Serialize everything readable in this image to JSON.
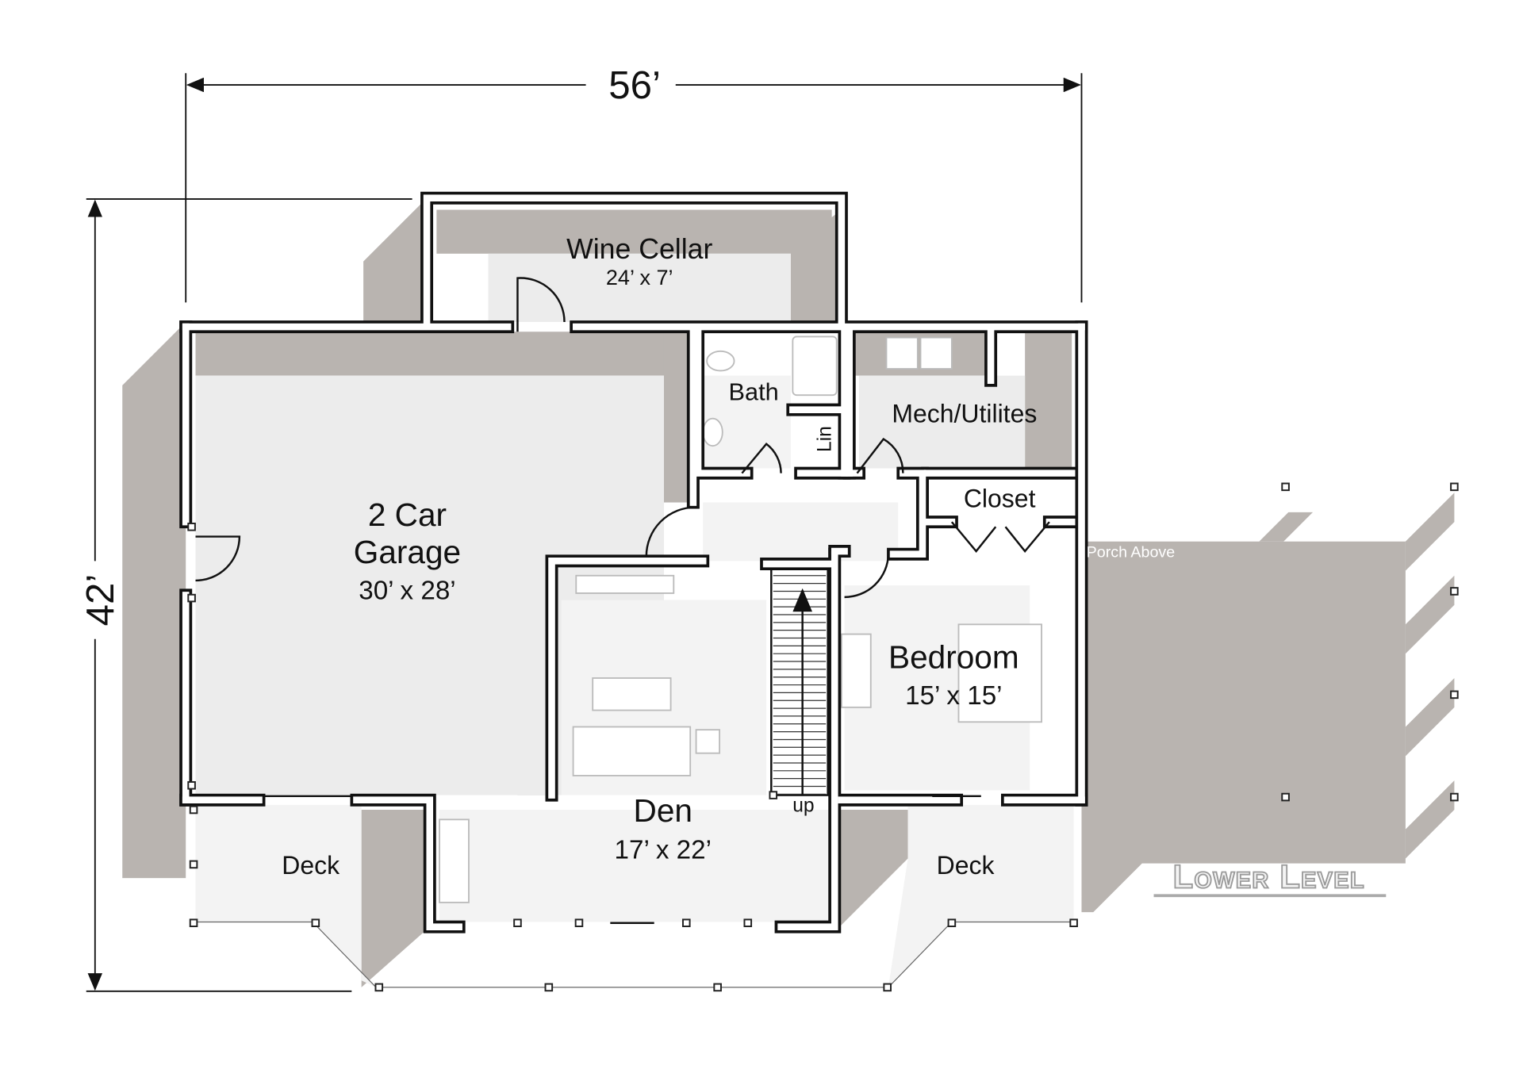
{
  "plan": {
    "title": "Lower Level",
    "dimensions": {
      "width": "56’",
      "depth": "42’"
    },
    "rooms": [
      {
        "name": "Wine Cellar",
        "size": "24’ x 7’"
      },
      {
        "name_line1": "2 Car",
        "name_line2": "Garage",
        "size": "30’ x 28’"
      },
      {
        "name": "Bath"
      },
      {
        "name": "Lin"
      },
      {
        "name": "Mech/Utilites"
      },
      {
        "name": "Closet"
      },
      {
        "name": "Bedroom",
        "size": "15’ x 15’"
      },
      {
        "name": "Den",
        "size": "17’ x 22’"
      },
      {
        "name": "Deck"
      },
      {
        "name": "Deck"
      }
    ],
    "stair_label": "up",
    "porch_label": "Porch Above"
  },
  "colors": {
    "shadow": "#b9b4b0",
    "wall": "#111111",
    "floor": "#ececec"
  }
}
